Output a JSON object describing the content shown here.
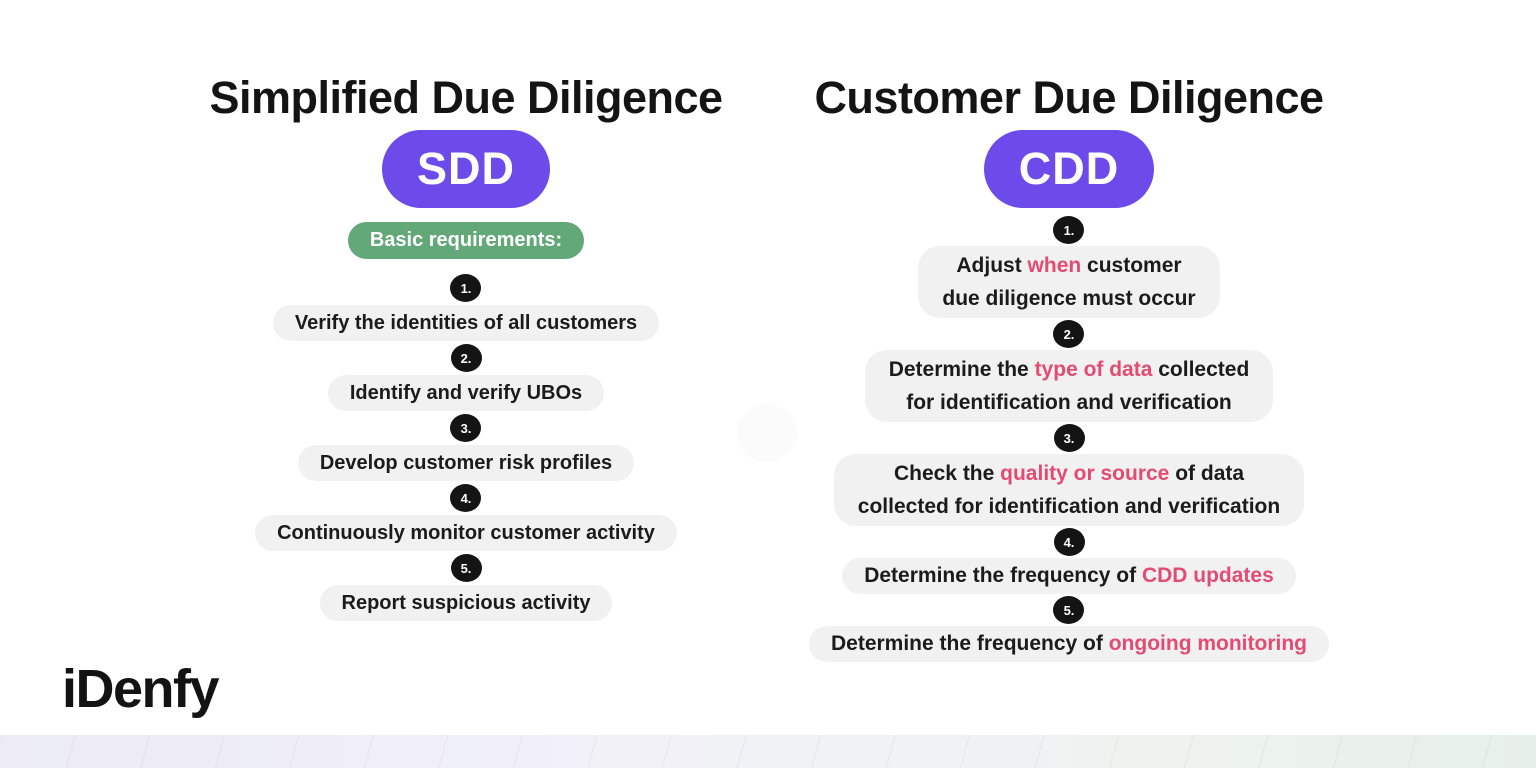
{
  "colors": {
    "accent_purple": "#6d4aea",
    "accent_green": "#63a878",
    "highlight_pink": "#e34b72",
    "item_pill_gray": "#f1f1f1",
    "badge_black": "#141414"
  },
  "sdd": {
    "title": "Simplified Due Diligence",
    "acronym": "SDD",
    "subtitle": "Basic requirements:",
    "items": [
      {
        "number": "1.",
        "segments": [
          {
            "text": "Verify the identities of all customers"
          }
        ]
      },
      {
        "number": "2.",
        "segments": [
          {
            "text": "Identify and verify UBOs"
          }
        ]
      },
      {
        "number": "3.",
        "segments": [
          {
            "text": "Develop customer risk profiles"
          }
        ]
      },
      {
        "number": "4.",
        "segments": [
          {
            "text": "Continuously monitor customer activity"
          }
        ]
      },
      {
        "number": "5.",
        "segments": [
          {
            "text": "Report suspicious activity"
          }
        ]
      }
    ]
  },
  "cdd": {
    "title": "Customer Due Diligence",
    "acronym": "CDD",
    "items": [
      {
        "number": "1.",
        "segments": [
          {
            "text": "Adjust "
          },
          {
            "text": "when",
            "highlight": true
          },
          {
            "text": " customer"
          },
          {
            "br": true
          },
          {
            "text": "due diligence must occur"
          }
        ]
      },
      {
        "number": "2.",
        "segments": [
          {
            "text": "Determine the "
          },
          {
            "text": "type of data",
            "highlight": true
          },
          {
            "text": " collected"
          },
          {
            "br": true
          },
          {
            "text": "for identification and verification"
          }
        ]
      },
      {
        "number": "3.",
        "segments": [
          {
            "text": "Check the "
          },
          {
            "text": "quality or source",
            "highlight": true
          },
          {
            "text": " of data"
          },
          {
            "br": true
          },
          {
            "text": "collected for identification and verification"
          }
        ]
      },
      {
        "number": "4.",
        "segments": [
          {
            "text": "Determine the frequency of "
          },
          {
            "text": "CDD updates",
            "highlight": true
          }
        ]
      },
      {
        "number": "5.",
        "segments": [
          {
            "text": "Determine the frequency of "
          },
          {
            "text": "ongoing monitoring",
            "highlight": true
          }
        ]
      }
    ]
  },
  "footer": {
    "logo_text": "iDenfy"
  }
}
